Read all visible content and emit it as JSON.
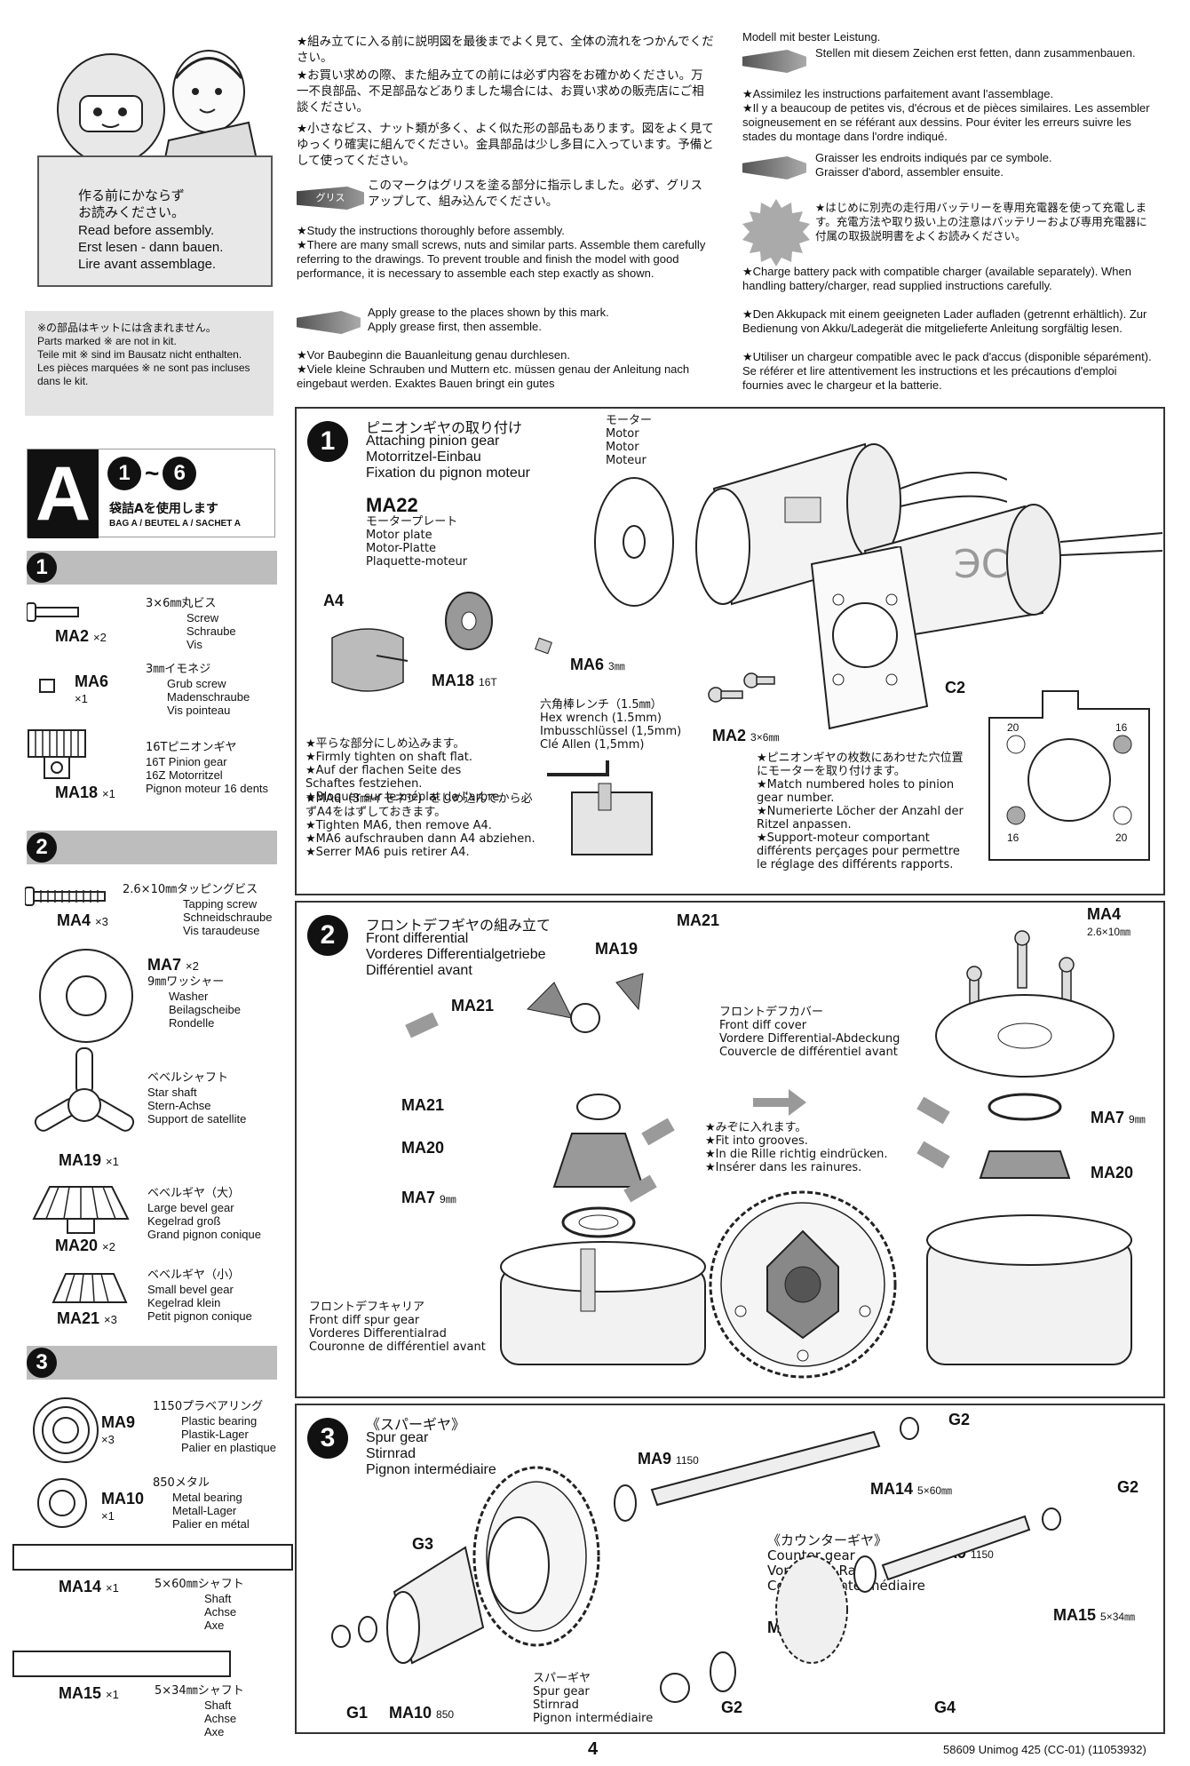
{
  "intro_box": {
    "jp": "作る前にかならず\nお読みください。",
    "en": "Read before assembly.",
    "de": "Erst lesen - dann bauen.",
    "fr": "Lire avant assemblage."
  },
  "parts_note": {
    "jp": "※の部品はキットには含まれません。",
    "en": "Parts marked ※ are not in kit.",
    "de": "Teile mit ※ sind im Bausatz nicht enthalten.",
    "fr": "Les pièces marquées ※ ne sont pas incluses dans le kit."
  },
  "top_text_col1": {
    "jp1": "★組み立てに入る前に説明図を最後までよく見て、全体の流れをつかんでください。",
    "jp2": "★お買い求めの際、また組み立ての前には必ず内容をお確かめください。万一不良部品、不足部品などありました場合には、お買い求めの販売店にご相談ください。",
    "jp3": "★小さなビス、ナット類が多く、よく似た形の部品もあります。図をよく見てゆっくり確実に組んでください。金具部品は少し多目に入っています。予備として使ってください。",
    "grease_jp_tag": "グリス",
    "grease_jp": "このマークはグリスを塗る部分に指示しました。必ず、グリスアップして、組み込んでください。",
    "en1": "★Study the instructions thoroughly before assembly.",
    "en2": "★There are many small screws, nuts and similar parts. Assemble them carefully referring to the drawings. To prevent trouble and finish the model with good performance, it is necessary to assemble each step exactly as shown.",
    "grease_en": "Apply grease to the places shown by this mark.\nApply grease first, then assemble.",
    "de1": "★Vor Baubeginn die Bauanleitung genau durchlesen.",
    "de2": "★Viele kleine Schrauben und Muttern etc. müssen genau der Anleitung nach eingebaut werden. Exaktes Bauen bringt ein gutes"
  },
  "top_text_col2": {
    "de_cont": "Modell mit bester Leistung.",
    "grease_de": "Stellen mit diesem Zeichen erst fetten, dann zusammenbauen.",
    "fr1": "★Assimilez les instructions parfaitement avant l'assemblage.",
    "fr2": "★Il y a beaucoup de petites vis, d'écrous et de pièces similaires. Les assembler soigneusement en se référant aux dessins. Pour éviter les erreurs suivre les stades du montage dans l'ordre indiqué.",
    "grease_fr": "Graisser les endroits indiqués par ce symbole.\nGraisser d'abord, assembler ensuite.",
    "battery_jp": "★はじめに別売の走行用バッテリーを専用充電器を使って充電します。充電方法や取り扱い上の注意はバッテリーおよび専用充電器に付属の取扱説明書をよくお読みください。",
    "battery_en": "★Charge battery pack with compatible charger (available separately). When handling battery/charger, read supplied instructions carefully.",
    "battery_de": "★Den Akkupack mit einem geeigneten Lader aufladen (getrennt erhältlich). Zur Bedienung von Akku/Ladegerät die mitgelieferte Anleitung sorgfältig lesen.",
    "battery_fr": "★Utiliser un chargeur compatible avec le pack d'accus (disponible séparément). Se référer et lire attentivement les instructions et les précautions d'emploi fournies avec le chargeur et la batterie."
  },
  "bag": {
    "letter": "A",
    "range_start": "1",
    "range_sep": "~",
    "range_end": "6",
    "jp": "袋詰Aを使用します",
    "langs": "BAG A / BEUTEL A / SACHET A"
  },
  "side_sections": [
    {
      "num": "1"
    },
    {
      "num": "2"
    },
    {
      "num": "3"
    }
  ],
  "side_parts": {
    "ma2": {
      "code": "MA2",
      "qty": "×2",
      "jp": "3×6㎜丸ビス",
      "desc": "Screw\nSchraube\nVis"
    },
    "ma6": {
      "code": "MA6",
      "qty": "×1",
      "jp": "3㎜イモネジ",
      "desc": "Grub screw\nMadenschraube\nVis pointeau"
    },
    "ma18": {
      "code": "MA18",
      "qty": "×1",
      "jp": "16Tピニオンギヤ",
      "desc": "16T Pinion gear\n16Z Motorritzel\nPignon moteur 16 dents"
    },
    "ma4": {
      "code": "MA4",
      "qty": "×3",
      "jp": "2.6×10㎜タッピングビス",
      "desc": "Tapping screw\nSchneidschraube\nVis taraudeuse"
    },
    "ma7": {
      "code": "MA7",
      "qty": "×2",
      "jp": "9㎜ワッシャー",
      "desc": "Washer\nBeilagscheibe\nRondelle"
    },
    "ma19": {
      "code": "MA19",
      "qty": "×1",
      "jp": "ベベルシャフト",
      "desc": "Star shaft\nStern-Achse\nSupport de satellite"
    },
    "ma20": {
      "code": "MA20",
      "qty": "×2",
      "jp": "ベベルギヤ（大）",
      "desc": "Large bevel gear\nKegelrad groß\nGrand pignon conique"
    },
    "ma21": {
      "code": "MA21",
      "qty": "×3",
      "jp": "ベベルギヤ（小）",
      "desc": "Small bevel gear\nKegelrad klein\nPetit pignon conique"
    },
    "ma9": {
      "code": "MA9",
      "qty": "×3",
      "jp": "1150プラベアリング",
      "desc": "Plastic bearing\nPlastik-Lager\nPalier en plastique"
    },
    "ma10": {
      "code": "MA10",
      "qty": "×1",
      "jp": "850メタル",
      "desc": "Metal bearing\nMetall-Lager\nPalier en métal"
    },
    "ma14": {
      "code": "MA14",
      "qty": "×1",
      "jp": "5×60㎜シャフト",
      "desc": "Shaft\nAchse\nAxe"
    },
    "ma15": {
      "code": "MA15",
      "qty": "×1",
      "jp": "5×34㎜シャフト",
      "desc": "Shaft\nAchse\nAxe"
    }
  },
  "step1": {
    "num": "1",
    "title_jp": "ピニオンギヤの取り付け",
    "title_en": "Attaching pinion gear",
    "title_de": "Motorritzel-Einbau",
    "title_fr": "Fixation du pignon moteur",
    "motor": "モーター\nMotor\nMotor\nMoteur",
    "ma22": "MA22",
    "ma22_desc": "モータープレート\nMotor plate\nMotor-Platte\nPlaquette-moteur",
    "a4": "A4",
    "ma18": "MA18",
    "ma18_sub": "16T",
    "ma6": "MA6",
    "ma6_sub": "3㎜",
    "ma2": "MA2",
    "ma2_sub": "3×6㎜",
    "c2": "C2",
    "hex": "六角棒レンチ（1.5㎜）\nHex wrench (1.5mm)\nImbusschlüssel (1,5mm)\nClé Allen (1,5mm)",
    "note1": "★平らな部分にしめ込みます。\n★Firmly tighten on shaft flat.\n★Auf der flachen Seite des Schaftes festziehen.\n★Bloquer sur le méplat de l'arbre.",
    "note2": "★MA6（3㎜イモネジ）をしめ込んでから必ずA4をはずしておきます。\n★Tighten MA6, then remove A4.\n★MA6 aufschrauben dann A4 abziehen.\n★Serrer MA6 puis retirer A4.",
    "note3": "★ピニオンギヤの枚数にあわせた穴位置にモーターを取り付けます。\n★Match numbered holes to pinion gear number.\n★Numerierte Löcher der Anzahl der Ritzel anpassen.\n★Support-moteur comportant différents perçages pour permettre le réglage des différents rapports.",
    "hole_labels": [
      "20",
      "16",
      "16",
      "20"
    ]
  },
  "step2": {
    "num": "2",
    "title_jp": "フロントデフギヤの組み立て",
    "title_en": "Front differential",
    "title_de": "Vorderes Differentialgetriebe",
    "title_fr": "Différentiel avant",
    "ma21a": "MA21",
    "ma19": "MA19",
    "ma21b": "MA21",
    "ma21c": "MA21",
    "ma20": "MA20",
    "ma7": "MA7",
    "ma7_sub": "9㎜",
    "carrier": "フロントデフキャリア\nFront diff spur gear\nVorderes Differentialrad\nCouronne de différentiel avant",
    "cover": "フロントデフカバー\nFront diff cover\nVordere Differential-Abdeckung\nCouvercle de différentiel avant",
    "groove": "★みぞに入れます。\n★Fit into grooves.\n★In die Rille richtig eindrücken.\n★Insérer dans les rainures.",
    "ma4": "MA4",
    "ma4_sub": "2.6×10㎜",
    "ma7r": "MA7",
    "ma7r_sub": "9㎜",
    "ma20r": "MA20"
  },
  "step3": {
    "num": "3",
    "title_jp": "《スパーギヤ》",
    "title_en": "Spur gear",
    "title_de": "Stirnrad",
    "title_fr": "Pignon intermédiaire",
    "g2a": "G2",
    "ma9a": "MA9",
    "ma9a_sub": "1150",
    "ma14": "MA14",
    "ma14_sub": "5×60㎜",
    "g2b": "G2",
    "g3": "G3",
    "counter": "《カウンターギヤ》\nCounter gear\nVorgelege-Rad\nCouronne intermédiaire",
    "ma9b": "MA9",
    "ma9b_sub": "1150",
    "ma15": "MA15",
    "ma15_sub": "5×34㎜",
    "ma9c": "MA9",
    "ma9c_sub": "1150",
    "spur_desc": "スパーギヤ\nSpur gear\nStirnrad\nPignon intermédiaire",
    "g1": "G1",
    "ma10": "MA10",
    "ma10_sub": "850",
    "g2c": "G2",
    "g4": "G4"
  },
  "footer": {
    "page": "4",
    "code": "58609 Unimog 425 (CC-01) (11053932)"
  }
}
